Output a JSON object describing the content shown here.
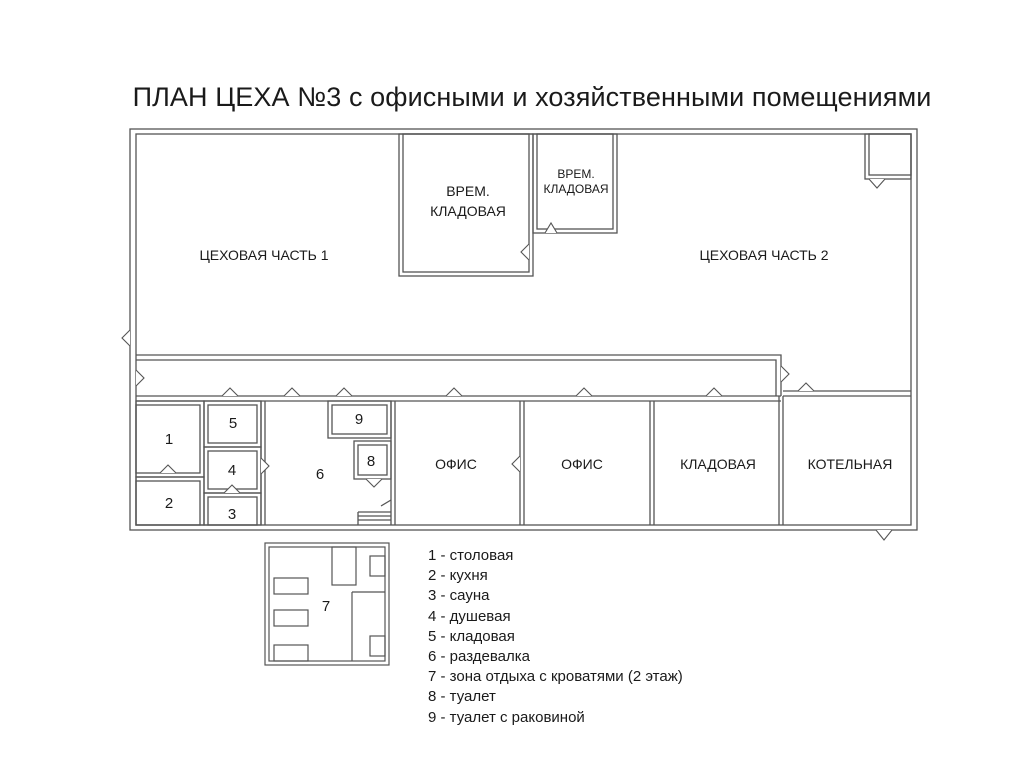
{
  "title": "ПЛАН ЦЕХА №3 с офисными и хозяйственными помещениями",
  "colors": {
    "wall": "#555555",
    "wall_fill": "#ffffff",
    "text": "#1a1a1a"
  },
  "rooms": {
    "workshop_1": "ЦЕХОВАЯ ЧАСТЬ 1",
    "workshop_2": "ЦЕХОВАЯ ЧАСТЬ 2",
    "temp_storage_1_line1": "ВРЕМ.",
    "temp_storage_1_line2": "КЛАДОВАЯ",
    "temp_storage_2_line1": "ВРЕМ.",
    "temp_storage_2_line2": "КЛАДОВАЯ",
    "office_1": "ОФИС",
    "office_2": "ОФИС",
    "storage": "КЛАДОВАЯ",
    "boiler": "КОТЕЛЬНАЯ",
    "n1": "1",
    "n2": "2",
    "n3": "3",
    "n4": "4",
    "n5": "5",
    "n6": "6",
    "n7": "7",
    "n8": "8",
    "n9": "9"
  },
  "legend": [
    "1 - столовая",
    "2 - кухня",
    "3 - сауна",
    "4 - душевая",
    "5 - кладовая",
    "6 - раздевалка",
    "7 - зона отдыха с кроватями (2 этаж)",
    "8 - туалет",
    "9 - туалет с раковиной"
  ]
}
